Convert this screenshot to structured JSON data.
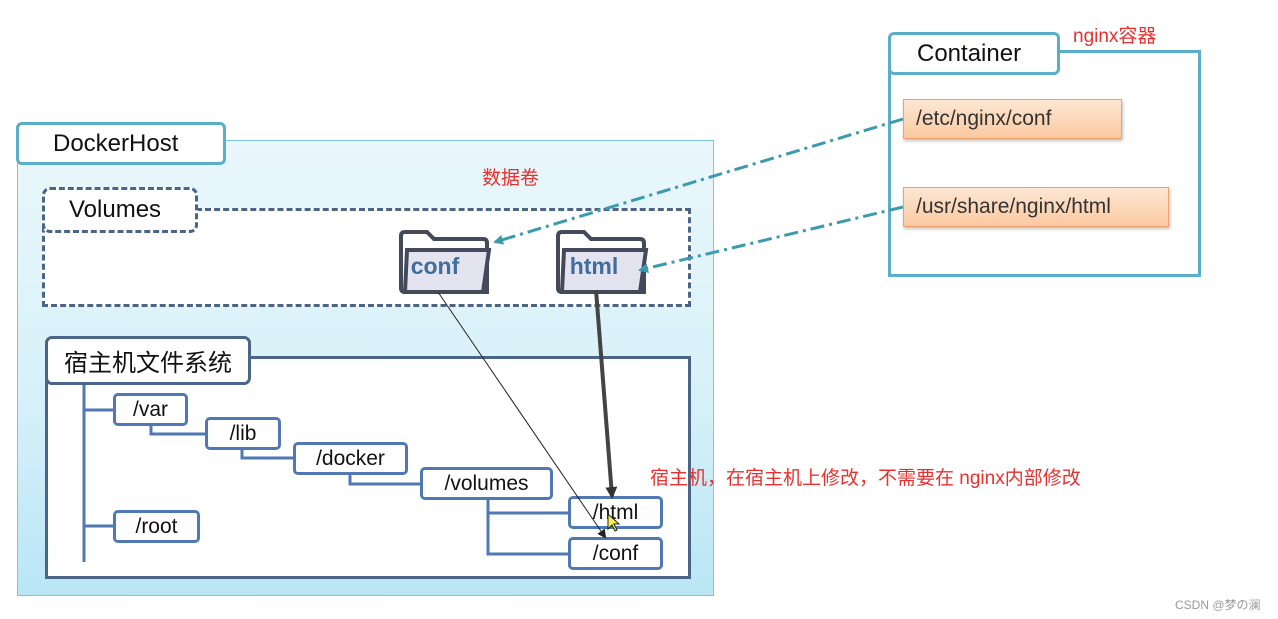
{
  "docker_host": {
    "title": "DockerHost"
  },
  "volumes": {
    "title": "Volumes",
    "annotation": "数据卷",
    "folders": [
      {
        "label": "conf"
      },
      {
        "label": "html"
      }
    ]
  },
  "host_fs": {
    "title": "宿主机文件系统",
    "nodes": {
      "var": "/var",
      "lib": "/lib",
      "docker": "/docker",
      "volumes": "/volumes",
      "html": "/html",
      "conf": "/conf",
      "root": "/root"
    }
  },
  "container": {
    "title": "Container",
    "annotation": "nginx容器",
    "paths": {
      "conf": "/etc/nginx/conf",
      "html": "/usr/share/nginx/html"
    }
  },
  "note": "宿主机，在宿主机上修改，不需要在 nginx内部修改",
  "watermark": "CSDN @梦の澜",
  "colors": {
    "accent_red": "#e8312f",
    "container_border": "#5aaec8",
    "dashed_link": "#3d9aae",
    "node_border": "#4f78b5",
    "path_fill": "#fbc9a0"
  }
}
